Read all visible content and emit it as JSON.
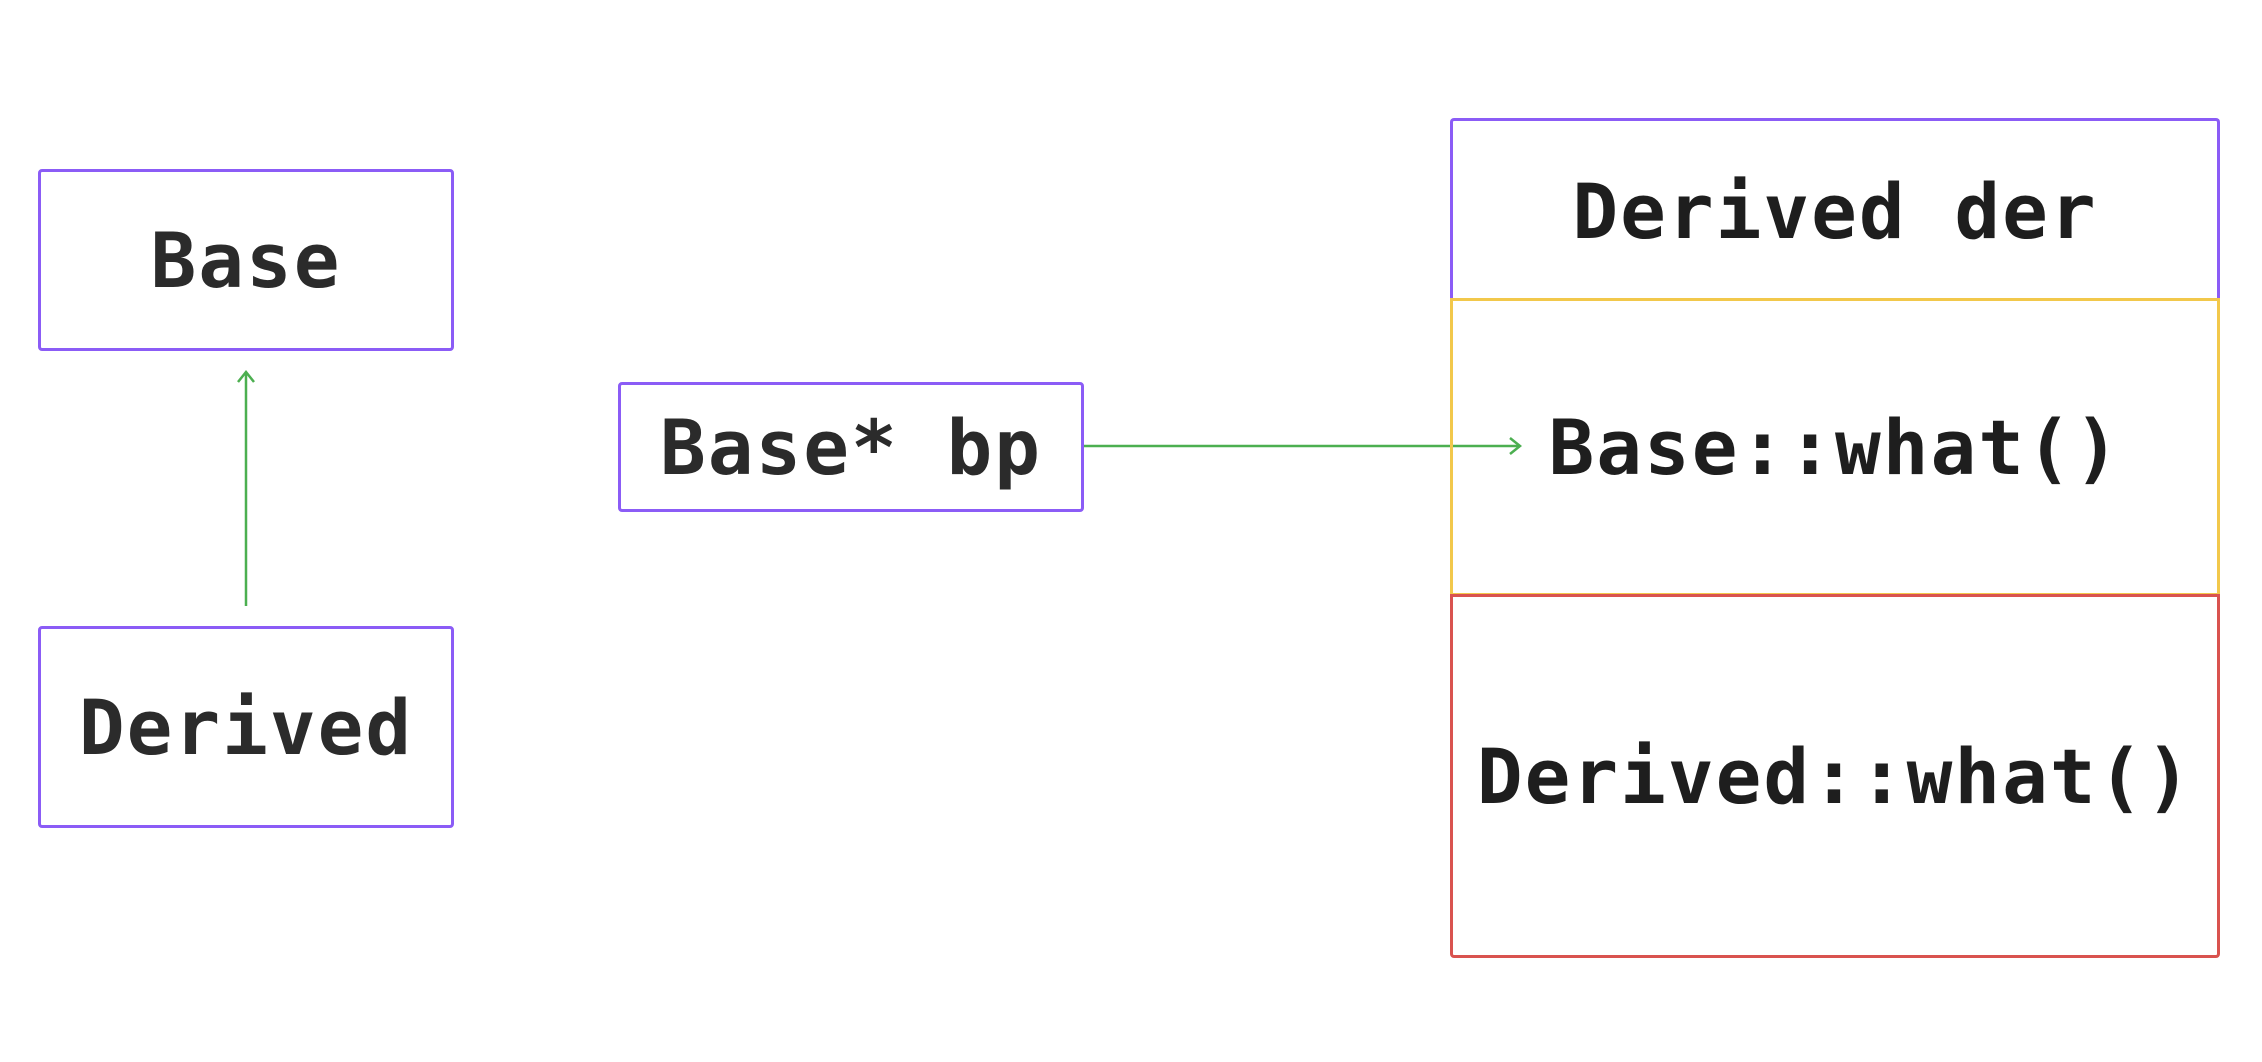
{
  "nodes": {
    "base": "Base",
    "derived": "Derived",
    "base_ptr": "Base* bp",
    "derived_obj": "Derived der",
    "base_part": "Base::what()",
    "derived_part": "Derived::what()"
  },
  "colors": {
    "class_border": "#8B5CF6",
    "base_part_border": "#F2C84B",
    "derived_part_border": "#D9534F",
    "arrow": "#4CAF50",
    "text": "#2b2b2b"
  }
}
